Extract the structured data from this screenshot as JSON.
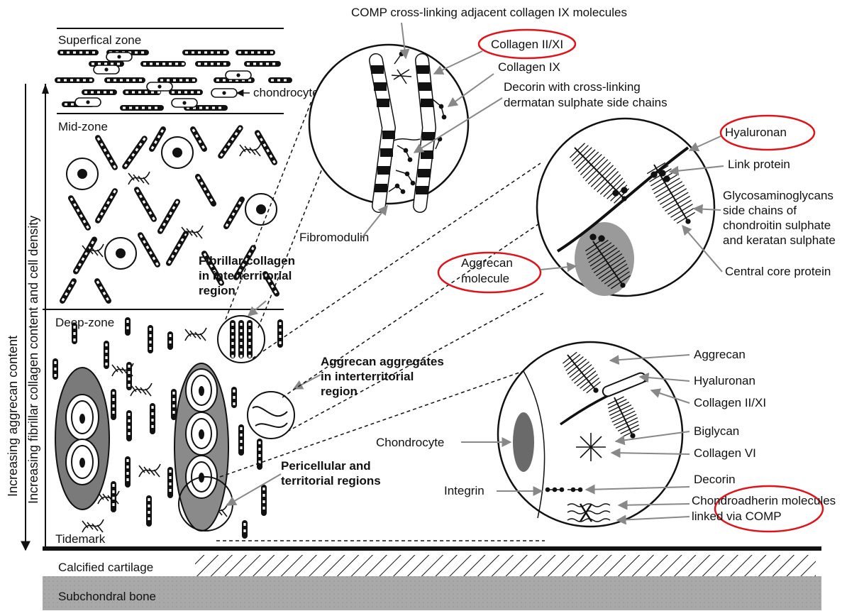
{
  "zones": {
    "superficial": "Superfical zone",
    "mid": "Mid-zone",
    "deep": "Deep-zone",
    "tidemark": "Tidemark",
    "calcified": "Calcified cartilage",
    "subchondral": "Subchondral bone",
    "chondrocyte": "chondrocyte"
  },
  "axis": {
    "aggrecan": "Increasing aggrecan content",
    "fibrillar": "Increasing fibrillar collagen content and cell density"
  },
  "regions": {
    "fibrillar": [
      "Fibrillar collagen",
      "in interterritorial",
      "region"
    ],
    "aggregates": [
      "Aggrecan aggregates",
      "in interterritorial",
      "region"
    ],
    "pericellular": [
      "Pericellular and",
      "territorial regions"
    ]
  },
  "collagen_circle": {
    "comp": "COMP cross-linking adjacent collagen IX molecules",
    "collagen2": "Collagen II/XI",
    "collagen9": "Collagen IX",
    "decorin": [
      "Decorin with cross-linking",
      "dermatan sulphate side chains"
    ],
    "fibromodulin": "Fibromodulin"
  },
  "aggrecan_circle": {
    "hyaluronan": "Hyaluronan",
    "link": "Link protein",
    "gag": [
      "Glycosaminoglycans",
      "side chains of",
      "chondroitin sulphate",
      "and keratan sulphate"
    ],
    "core": "Central core protein",
    "molecule": [
      "Aggrecan",
      "molecule"
    ]
  },
  "cell_circle": {
    "aggrecan": "Aggrecan",
    "hyaluronan": "Hyaluronan",
    "collagen2": "Collagen II/XI",
    "biglycan": "Biglycan",
    "collagen6": "Collagen VI",
    "decorin": "Decorin",
    "chondroadherin": [
      "Chondroadherin molecules",
      "linked via COMP"
    ],
    "chondrocyte": "Chondrocyte",
    "integrin": "Integrin"
  },
  "highlight_color": "#e0131a"
}
